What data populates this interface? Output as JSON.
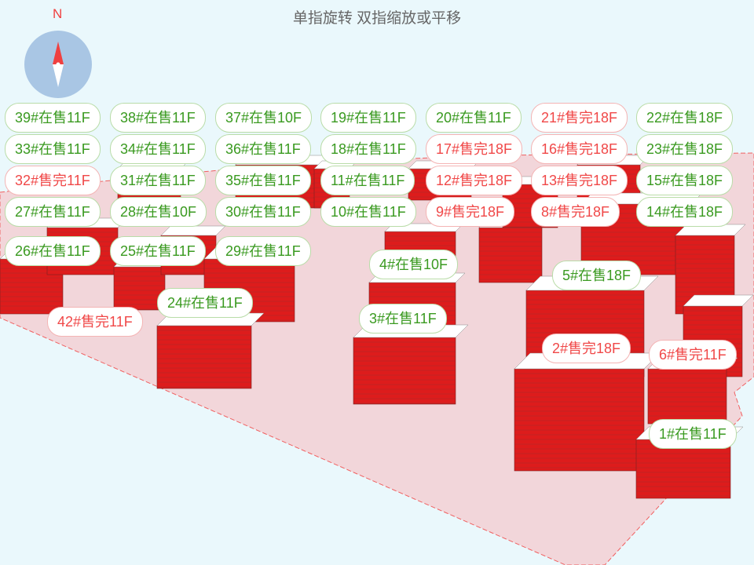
{
  "title": "单指旋转 双指缩放或平移",
  "compass": {
    "north_label": "N",
    "icon": "compass-icon"
  },
  "colors": {
    "on_sale": "#3a9a20",
    "sold_out": "#f04848",
    "building": "#dd1c1c",
    "ground": "#f2d6da"
  },
  "labels": [
    {
      "text": "38#在售11F",
      "status": "on_sale"
    },
    {
      "text": "37#在售10F",
      "status": "on_sale"
    },
    {
      "text": "19#在售11F",
      "status": "on_sale"
    },
    {
      "text": "20#在售11F",
      "status": "on_sale"
    },
    {
      "text": "39#在售11F",
      "status": "on_sale"
    },
    {
      "text": "21#售完18F",
      "status": "sold_out"
    },
    {
      "text": "22#在售18F",
      "status": "on_sale"
    },
    {
      "text": "23#在售18F",
      "status": "on_sale"
    },
    {
      "text": "34#在售11F",
      "status": "on_sale"
    },
    {
      "text": "33#在售11F",
      "status": "on_sale"
    },
    {
      "text": "36#在售11F",
      "status": "on_sale"
    },
    {
      "text": "18#在售11F",
      "status": "on_sale"
    },
    {
      "text": "17#售完18F",
      "status": "sold_out"
    },
    {
      "text": "16#售完18F",
      "status": "sold_out"
    },
    {
      "text": "32#售完11F",
      "status": "sold_out"
    },
    {
      "text": "31#在售11F",
      "status": "on_sale"
    },
    {
      "text": "35#在售11F",
      "status": "on_sale"
    },
    {
      "text": "11#在售11F",
      "status": "on_sale"
    },
    {
      "text": "12#售完18F",
      "status": "sold_out"
    },
    {
      "text": "15#在售18F",
      "status": "on_sale"
    },
    {
      "text": "13#售完18F",
      "status": "sold_out"
    },
    {
      "text": "27#在售11F",
      "status": "on_sale"
    },
    {
      "text": "28#在售10F",
      "status": "on_sale"
    },
    {
      "text": "30#在售11F",
      "status": "on_sale"
    },
    {
      "text": "10#在售11F",
      "status": "on_sale"
    },
    {
      "text": "9#售完18F",
      "status": "sold_out"
    },
    {
      "text": "14#在售18F",
      "status": "on_sale"
    },
    {
      "text": "8#售完18F",
      "status": "sold_out"
    },
    {
      "text": "26#在售11F",
      "status": "on_sale"
    },
    {
      "text": "25#在售11F",
      "status": "on_sale"
    },
    {
      "text": "29#在售11F",
      "status": "on_sale"
    },
    {
      "text": "4#在售10F",
      "status": "on_sale"
    },
    {
      "text": "5#在售18F",
      "status": "on_sale"
    },
    {
      "text": "24#在售11F",
      "status": "on_sale"
    },
    {
      "text": "42#售完11F",
      "status": "sold_out"
    },
    {
      "text": "3#在售11F",
      "status": "on_sale"
    },
    {
      "text": "2#售完18F",
      "status": "sold_out"
    },
    {
      "text": "6#售完11F",
      "status": "sold_out"
    },
    {
      "text": "1#在售11F",
      "status": "on_sale"
    }
  ]
}
